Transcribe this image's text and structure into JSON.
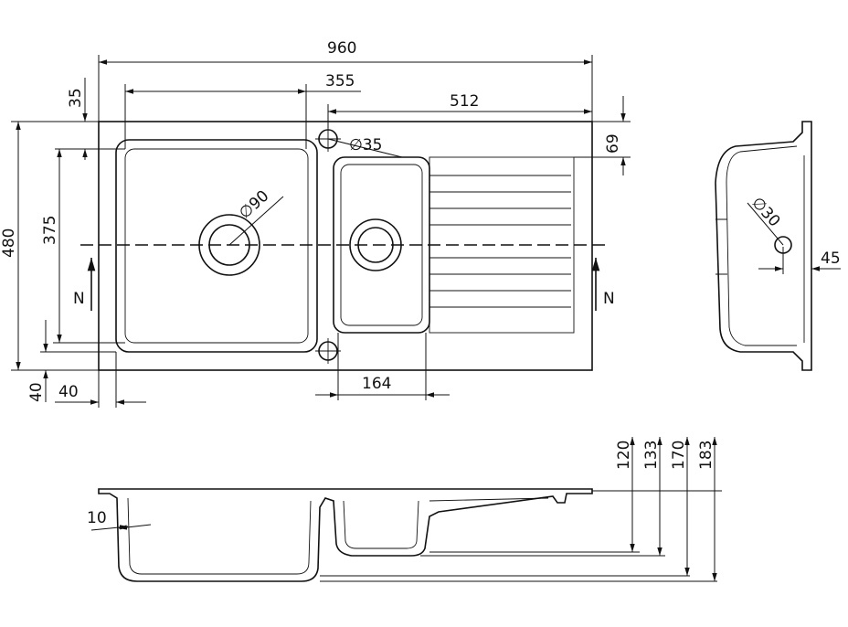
{
  "drawing": {
    "top_view": {
      "overall_width": "960",
      "bowl_width": "355",
      "drainer_width": "512",
      "top_offset": "35",
      "drainer_offset": "69",
      "tap_hole": "∅35",
      "overall_depth": "480",
      "bowl_depth": "375",
      "main_drain": "∅90",
      "north_left": "N",
      "north_right": "N",
      "bottom_offset": "40",
      "left_offset": "40",
      "small_bowl_width": "164"
    },
    "side_view": {
      "overflow_hole": "∅30",
      "overflow_offset": "45"
    },
    "section_view": {
      "wall_thickness": "10",
      "depth_1": "120",
      "depth_2": "133",
      "depth_3": "170",
      "depth_4": "183"
    }
  }
}
